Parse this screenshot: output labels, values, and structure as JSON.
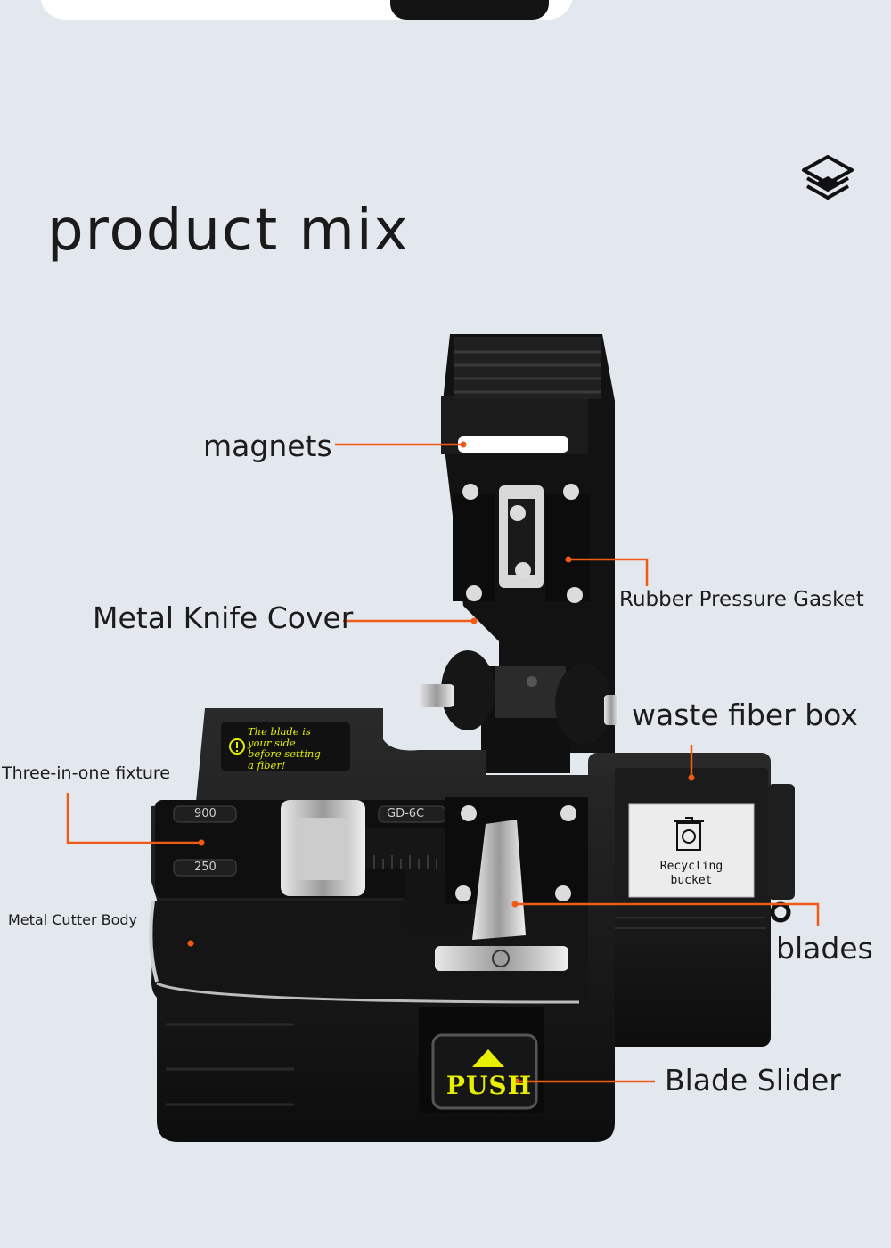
{
  "page": {
    "title": "product mix",
    "icon": "stacked-layers-icon"
  },
  "labels": {
    "magnets": "magnets",
    "metal_knife_cover": "Metal Knife Cover",
    "rubber_pressure_gasket": "Rubber Pressure Gasket",
    "waste_fiber_box": "waste fiber box",
    "three_in_one_fixture": "Three-in-one fixture",
    "metal_cutter_body": "Metal Cutter Body",
    "blades": "blades",
    "blade_slider": "Blade Slider"
  },
  "device_text": {
    "sticker_lines": [
      "The blade is",
      "your side",
      "before setting",
      "a fiber!"
    ],
    "bucket_lines": [
      "Recycling",
      "bucket"
    ],
    "push": "PUSH",
    "fixture_900": "900",
    "fixture_250": "250",
    "fixture_model": "GD-6C"
  },
  "colors": {
    "background": "#e3e8ee",
    "callout_line": "#f05a14",
    "device_body": "#141414",
    "accent_yellow": "#e8f000"
  }
}
